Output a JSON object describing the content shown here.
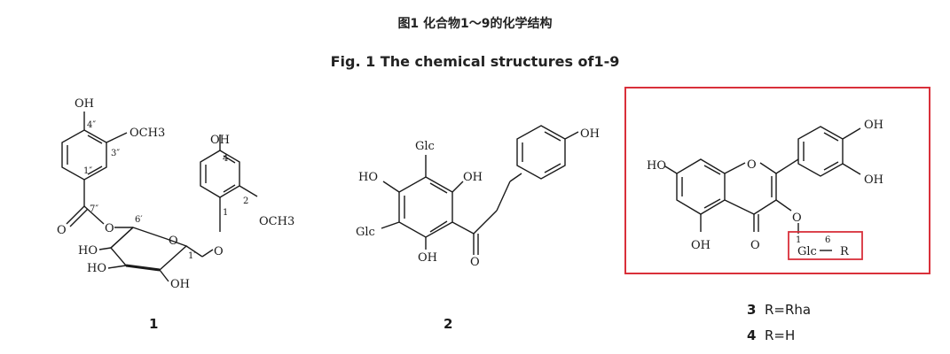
{
  "caption": {
    "zh": "图1 化合物1～9的化学结构",
    "en": "Fig. 1 The chemical structures of1-9"
  },
  "compound1": {
    "number": "1",
    "labels": {
      "oh_top": "OH",
      "c4pp": "4″",
      "och3_a": "OCH3",
      "c3pp": "3″",
      "c1pp": "1″",
      "c7pp": "7″",
      "o_carbonyl": "O",
      "o_ester": "O",
      "c6p": "6′",
      "oh_right": "OH",
      "c4": "4",
      "c2": "2",
      "och3_b": "OCH3",
      "c1": "1",
      "o_ring": "O",
      "c1p": "1′",
      "o_link": "O",
      "ho_1": "HO",
      "ho_2": "HO",
      "oh_bottom": "OH"
    }
  },
  "compound2": {
    "number": "2",
    "labels": {
      "glc_top": "Glc",
      "ho_left": "HO",
      "oh_mid": "OH",
      "glc_left": "Glc",
      "oh_bottom": "OH",
      "o_keto": "O",
      "oh_phenol": "OH"
    }
  },
  "compound34": {
    "labels": {
      "ho_left": "HO",
      "o_ring": "O",
      "oh_a": "OH",
      "oh_b": "OH",
      "o_glyc": "O",
      "oh_bottom": "OH",
      "o_keto": "O",
      "glc_pos": "1",
      "r_pos": "6",
      "glc": "Glc",
      "r": "R"
    },
    "variants": [
      {
        "number": "3",
        "text": "R=Rha"
      },
      {
        "number": "4",
        "text": "R=H"
      }
    ]
  }
}
